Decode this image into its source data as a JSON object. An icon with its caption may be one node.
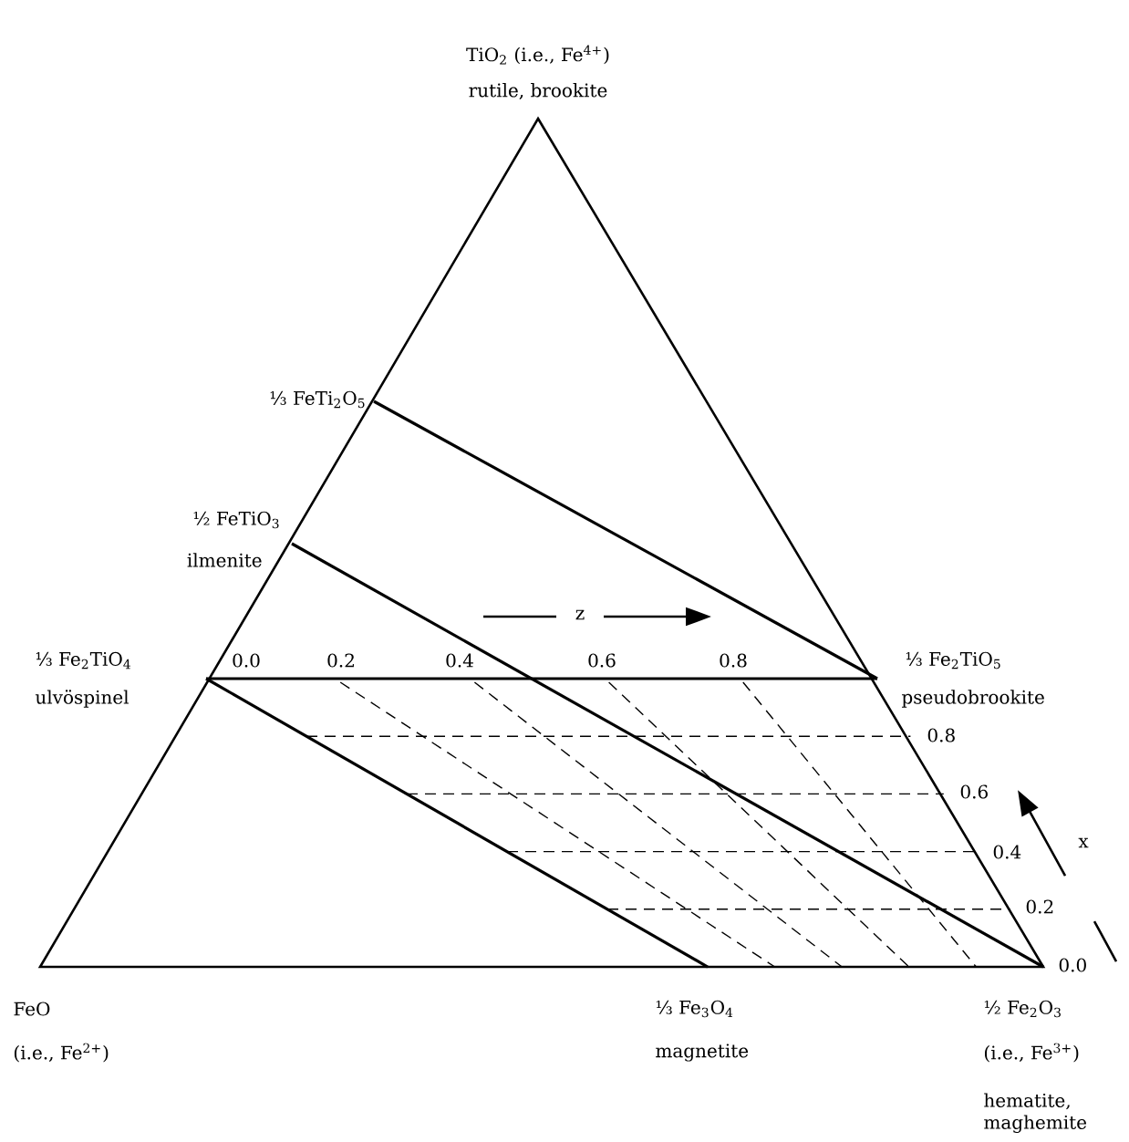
{
  "diagram": {
    "labels": [
      "TiO$_{2}$ (i.e., Fe$^{4+}$)",
      "rutile, brookite",
      "⅓ FeTi$_{2}$O$_{5}$",
      "½ FeTiO$_{3}$",
      "ilmenite",
      "⅓ Fe$_{2}$TiO$_{4}$",
      "0.0",
      "0.2",
      "0.4",
      "0.6",
      "0.8",
      "z",
      "⅓ Fe$_{2}$TiO$_{5}$",
      "ulvöspinel",
      "pseudobrookite",
      "0.8",
      "0.6",
      "x",
      "0.4",
      "0.2",
      "0.0",
      "FeO",
      "⅓ Fe$_{3}$O$_{4}$",
      "½ Fe$_{2}$O$_{3}$",
      "(i.e., Fe$^{2+}$)",
      "magnetite",
      "(i.e., Fe$^{3+}$)",
      "hematite, maghemite"
    ]
  }
}
